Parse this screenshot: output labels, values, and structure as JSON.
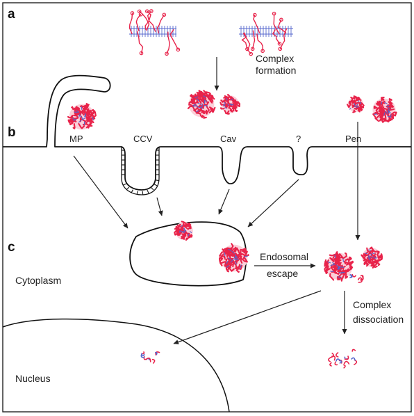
{
  "panels": {
    "a": "a",
    "b": "b",
    "c": "c"
  },
  "labels": {
    "complex_formation_line1": "Complex",
    "complex_formation_line2": "formation",
    "mp": "MP",
    "ccv": "CCV",
    "cav": "Cav",
    "unknown": "?",
    "pen": "Pen",
    "endosomal_line1": "Endosomal",
    "endosomal_line2": "escape",
    "complex_dissociation_line1": "Complex",
    "complex_dissociation_line2": "dissociation",
    "cytoplasm": "Cytoplasm",
    "nucleus": "Nucleus"
  },
  "colors": {
    "polymer": "#e8234a",
    "dna": "#5566cc",
    "line": "#222222",
    "membrane": "#111111"
  }
}
